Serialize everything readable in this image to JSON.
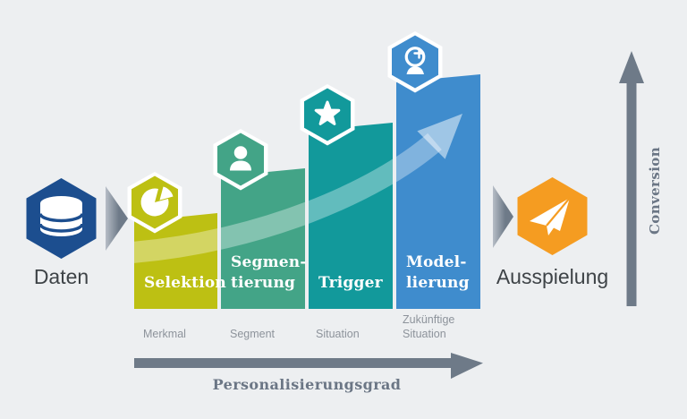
{
  "diagram": {
    "background": "#edeff1",
    "input": {
      "label": "Daten",
      "icon": "database-icon",
      "color": "#1c4e8f"
    },
    "output": {
      "label": "Ausspielung",
      "icon": "paper-plane-icon",
      "color": "#f59c21"
    },
    "steps": [
      {
        "label": "Selektion",
        "sublabel": "Merkmal",
        "icon": "pie-chart-icon",
        "color": "#bdc013"
      },
      {
        "label": "Segmen-\ntierung",
        "sublabel": "Segment",
        "icon": "person-icon",
        "color": "#43a487"
      },
      {
        "label": "Trigger",
        "sublabel": "Situation",
        "icon": "star-icon",
        "color": "#12999b"
      },
      {
        "label": "Model-\nlierung",
        "sublabel": "Zukünftige\nSituation",
        "icon": "crystal-ball-icon",
        "color": "#3f8ccd"
      }
    ],
    "x_axis": {
      "label": "Personalisierungsgrad"
    },
    "y_axis": {
      "label": "Conversion"
    },
    "arrow_color": "#6e7a88",
    "trend_arrow_color": "#ffffff",
    "label_color": "#3e4347",
    "sublabel_color": "#8d939b"
  }
}
